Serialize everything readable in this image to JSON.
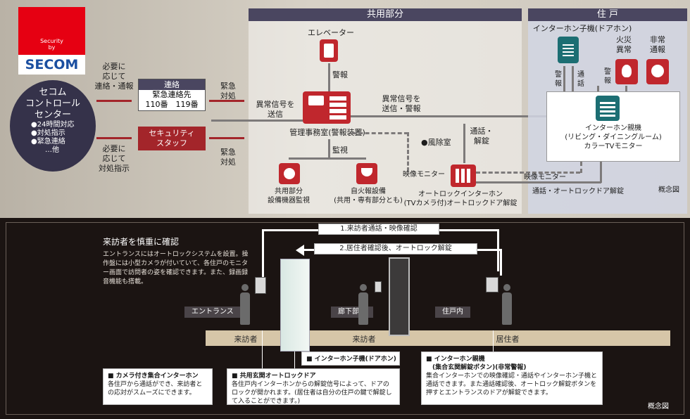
{
  "brand": {
    "small": "Security",
    "by": "by",
    "name": "SECOM"
  },
  "center": {
    "l1": "セコム",
    "l2": "コントロール",
    "l3": "センター",
    "b1": "●24時間対応",
    "b2": "●対処指示",
    "b3": "●緊急連絡",
    "b4": "…他"
  },
  "notes": {
    "contact": "必要に\n応じて\n連絡・通報",
    "dispatch": "必要に\n応じて\n対処指示",
    "urgent1": "緊急\n対処",
    "urgent2": "緊急\n対処"
  },
  "contact_box": {
    "title": "連絡",
    "l1": "緊急連絡先",
    "l2": "110番　119番"
  },
  "security_staff": "セキュリティ\nスタッフ",
  "shared": {
    "header": "共用部分",
    "elevator": "エレベーター",
    "alarm": "警報",
    "abnormal_send": "異常信号を\n送信",
    "management": "管理事務室(警報装置)",
    "monitor": "監視",
    "equip_label": "共用部分\n設備機器監視",
    "fire_label": "自火報設備\n(共用・専有部分とも)",
    "wind_room": "●風除室",
    "video_monitor": "映像モニター",
    "autolock": "オートロックインターホン\n(TVカメラ付)オートロックドア解錠",
    "call_unlock": "通話・\n解錠",
    "abnormal_send_alarm": "異常信号を\n送信・警報"
  },
  "dwelling": {
    "header": "住 戸",
    "door_phone": "インターホン子機(ドアホン)",
    "fire": "火災\n異常",
    "emergency": "非常\n通報",
    "alarm1": "警\n報",
    "call": "通\n話",
    "alarm2": "警\n報",
    "main_unit": "インターホン親機\n(リビング・ダイニングルーム)\nカラーTVモニター",
    "video_monitor": "映像モニター",
    "call_unlock": "通話・オートロックドア解錠",
    "note": "概念図"
  },
  "bottom": {
    "step1": "1.来訪者通話・映像確認",
    "step2": "2.居住者確認後、オートロック解錠",
    "title": "来訪者を慎重に確認",
    "desc": "エントランスにはオートロックシステムを設置。操作盤には小型カメラが付いていて、各住戸のモニター画面で訪問者の姿を確認できます。また、録画録音機能も搭載。",
    "zone_entrance": "エントランス",
    "zone_hall": "廊下部分",
    "zone_home": "住戸内",
    "visitor1": "来訪者",
    "visitor2": "来訪者",
    "resident": "居住者",
    "cap1_title": "■ カメラ付き集合インターホン",
    "cap1_body": "各住戸から通話ができ、来訪者との応対がスムーズにできます。",
    "cap2_title": "■ 共用玄関オートロックドア",
    "cap2_body": "各住戸内インターホンからの解錠信号によって、ドアのロックが開かれます。(居住者は自分の住戸の鍵で解錠して入ることができます。)",
    "cap3_title": "■ インターホン子機(ドアホン)",
    "cap4_title": "■ インターホン親機\n　(集合玄関解錠ボタン)(非常警報)",
    "cap4_body": "集合インターホンでの映像確認・通話やインターホン子機と通話できます。また通話確認後、オートロック解錠ボタンを押すとエントランスのドアが解錠できます。",
    "note": "概念図"
  }
}
